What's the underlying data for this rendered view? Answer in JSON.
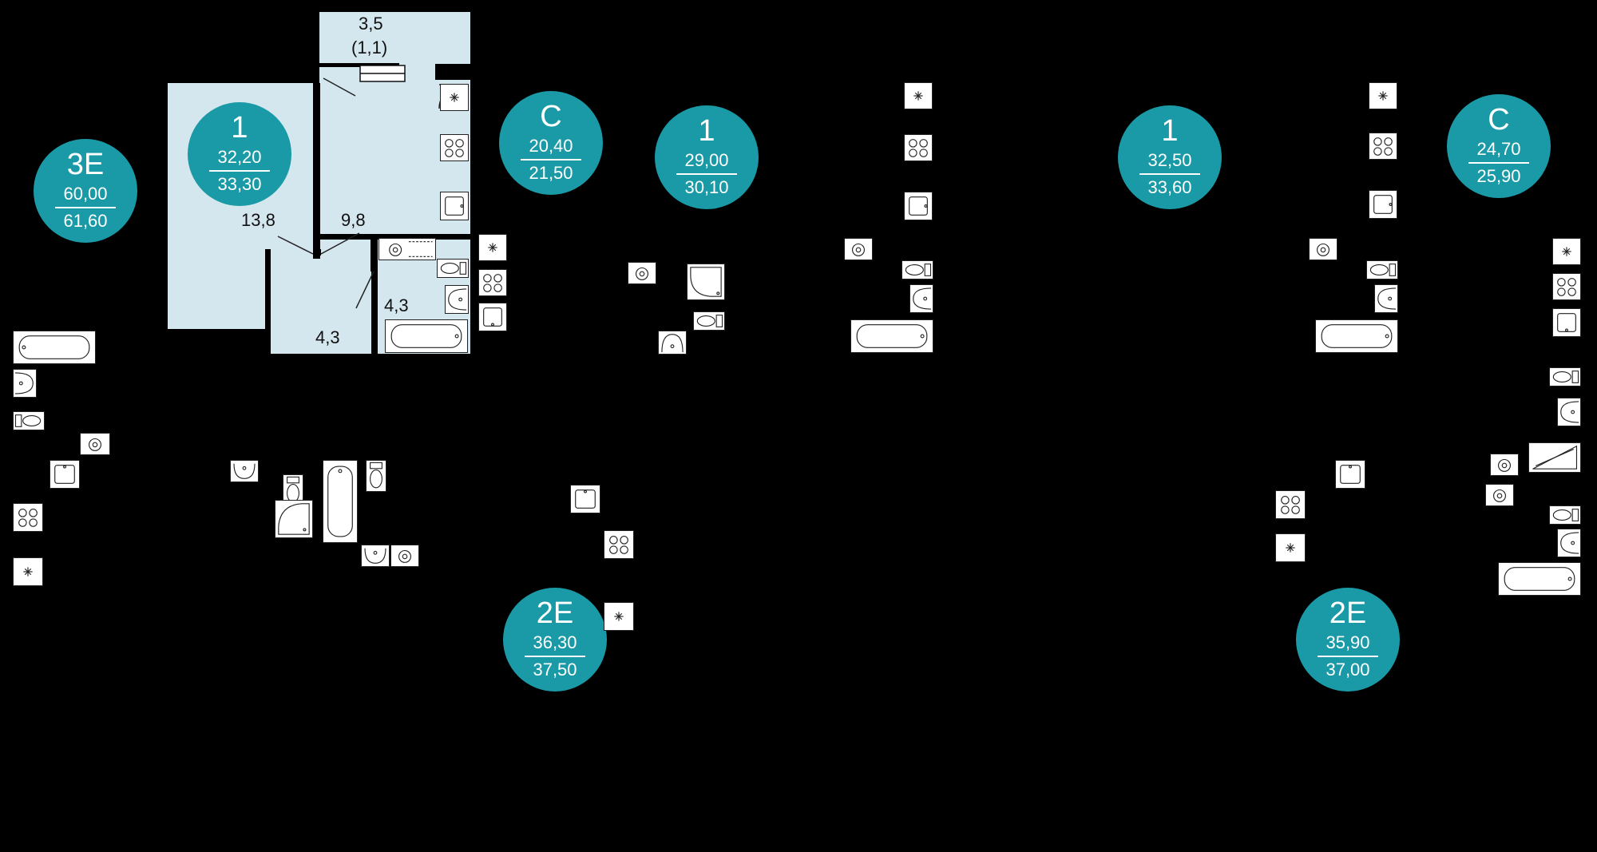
{
  "colors": {
    "background": "#000000",
    "room_fill": "#d4e6ee",
    "badge_fill": "#1a9aa6",
    "badge_text": "#ffffff",
    "wall": "#111111"
  },
  "badges": [
    {
      "id": "3e",
      "type": "3E",
      "area_living": "60,00",
      "area_total": "61,60"
    },
    {
      "id": "1a",
      "type": "1",
      "area_living": "32,20",
      "area_total": "33,30"
    },
    {
      "id": "c1",
      "type": "C",
      "area_living": "20,40",
      "area_total": "21,50"
    },
    {
      "id": "1b",
      "type": "1",
      "area_living": "29,00",
      "area_total": "30,10"
    },
    {
      "id": "1c",
      "type": "1",
      "area_living": "32,50",
      "area_total": "33,60"
    },
    {
      "id": "c2",
      "type": "C",
      "area_living": "24,70",
      "area_total": "25,90"
    },
    {
      "id": "2e1",
      "type": "2E",
      "area_living": "36,30",
      "area_total": "37,50"
    },
    {
      "id": "2e2",
      "type": "2E",
      "area_living": "35,90",
      "area_total": "37,00"
    }
  ],
  "rooms": {
    "balcony": "3,5",
    "balcony_sub": "(1,1)",
    "living": "13,8",
    "kitchen": "9,8",
    "bath": "4,3",
    "hall": "4,3"
  },
  "icons": {
    "vent": "vent-icon",
    "stove": "stove-icon",
    "sink": "sink-icon",
    "washer": "washer-icon",
    "toilet": "toilet-icon",
    "washbasin": "washbasin-icon",
    "bathtub": "bathtub-icon",
    "shower": "shower-icon"
  }
}
